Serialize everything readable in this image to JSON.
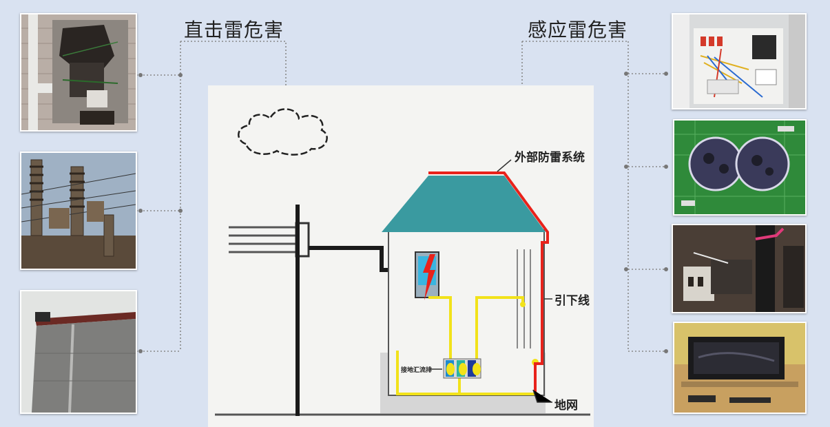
{
  "headings": {
    "direct": "直击雷危害",
    "induced": "感应雷危害"
  },
  "diagram": {
    "labels": {
      "external_system": "外部防雷系统",
      "down_conductor": "引下线",
      "grounding_grid": "地网",
      "ground_bus": "接地汇流排"
    }
  },
  "photos": {
    "left": [
      "burnt-meter-box-photo",
      "damaged-insulators-photo",
      "damaged-building-wall-photo"
    ],
    "right": [
      "distribution-cabinet-photo",
      "burnt-circuit-board-photo",
      "burnt-terminal-block-photo",
      "burnt-equipment-photo"
    ]
  },
  "colors": {
    "background": "#d9e2f1",
    "roof": "#3a9aa0",
    "lightning_rod": "#e8221b",
    "ground_wire": "#f2e21a",
    "pole": "#1a1a1a"
  }
}
